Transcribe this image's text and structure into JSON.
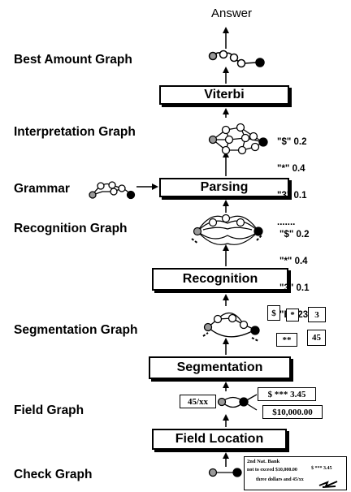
{
  "answer": "Answer",
  "labels": {
    "best_amount_graph": "Best Amount Graph",
    "interpretation_graph": "Interpretation Graph",
    "grammar": "Grammar",
    "recognition_graph": "Recognition Graph",
    "segmentation_graph": "Segmentation Graph",
    "field_graph": "Field Graph",
    "check_graph": "Check Graph"
  },
  "boxes": {
    "viterbi": "Viterbi",
    "parsing": "Parsing",
    "recognition": "Recognition",
    "segmentation": "Segmentation",
    "field_location": "Field Location"
  },
  "interpretation_scores": [
    "\"$\" 0.2",
    "\"*\" 0.4",
    "\"3\" 0.1",
    "......."
  ],
  "recognition_scores": [
    "\"$\" 0.2",
    "\"*\" 0.4",
    "\"3\" 0.1",
    "\"B\" 23.6",
    "......."
  ],
  "segment_images": [
    "$",
    "*",
    "3",
    "**",
    "45"
  ],
  "field_images": [
    "45/xx",
    "$ *** 3.45",
    "$10,000.00"
  ],
  "check": {
    "bank": "2nd Nat. Bank",
    "limit": "not to exceed $10,000.00",
    "amount": "$ *** 3.45",
    "words": "three dollars and 45/xx"
  }
}
